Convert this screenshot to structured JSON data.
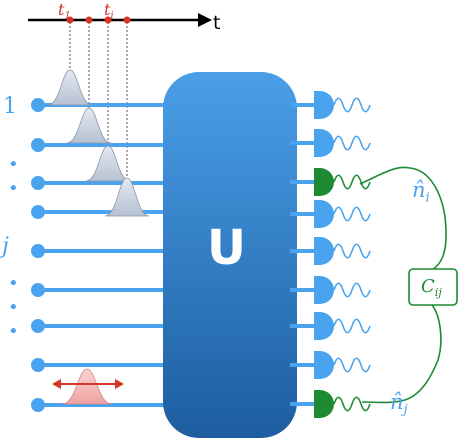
{
  "timeline": {
    "axis_label": "t",
    "marks": [
      {
        "base": "t",
        "sub": "1"
      },
      {
        "base": "t",
        "sub": "i"
      }
    ]
  },
  "input_modes": {
    "top_label": "1",
    "middle_label": "j"
  },
  "unitary": {
    "label": "U"
  },
  "outputs": {
    "observable_i": {
      "hat": "n̂",
      "sub": "i"
    },
    "observable_j": {
      "hat": "n̂",
      "sub": "j"
    },
    "correlator": {
      "base": "C",
      "sub": "ij"
    }
  },
  "colors": {
    "blue_line": "#4aa3ee",
    "blue_box_top": "#4a9fe8",
    "blue_box_bottom": "#1d5da0",
    "green": "#1e8a33",
    "red": "#d9342a",
    "gaussian_blue": "#c5cddb",
    "gaussian_red": "#f6b3b3"
  }
}
